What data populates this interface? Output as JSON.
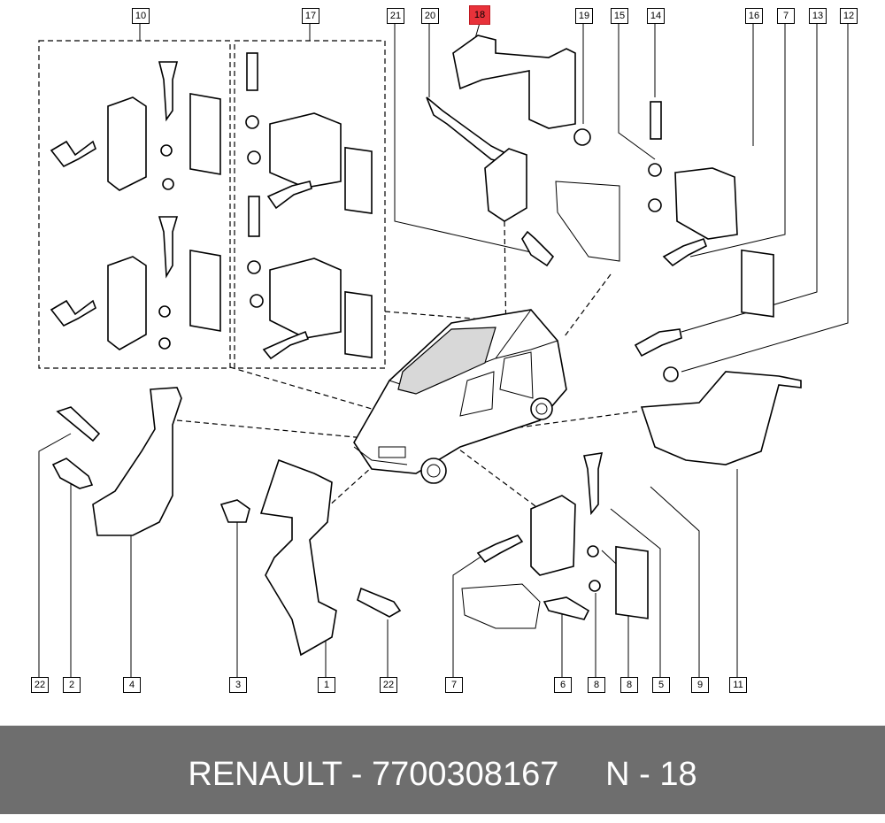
{
  "diagram": {
    "callouts": [
      {
        "id": "c10",
        "label": "10"
      },
      {
        "id": "c17",
        "label": "17"
      },
      {
        "id": "c21",
        "label": "21"
      },
      {
        "id": "c20",
        "label": "20"
      },
      {
        "id": "c18",
        "label": "18",
        "highlight": true
      },
      {
        "id": "c19",
        "label": "19"
      },
      {
        "id": "c15",
        "label": "15"
      },
      {
        "id": "c14",
        "label": "14"
      },
      {
        "id": "c16",
        "label": "16"
      },
      {
        "id": "c7a",
        "label": "7"
      },
      {
        "id": "c13",
        "label": "13"
      },
      {
        "id": "c12",
        "label": "12"
      },
      {
        "id": "c22a",
        "label": "22"
      },
      {
        "id": "c2",
        "label": "2"
      },
      {
        "id": "c4",
        "label": "4"
      },
      {
        "id": "c3",
        "label": "3"
      },
      {
        "id": "c1",
        "label": "1"
      },
      {
        "id": "c22b",
        "label": "22"
      },
      {
        "id": "c7b",
        "label": "7"
      },
      {
        "id": "c6",
        "label": "6"
      },
      {
        "id": "c8a",
        "label": "8"
      },
      {
        "id": "c8b",
        "label": "8"
      },
      {
        "id": "c5",
        "label": "5"
      },
      {
        "id": "c9",
        "label": "9"
      },
      {
        "id": "c11",
        "label": "11"
      }
    ],
    "highlight_color": "#e8323a"
  },
  "footer": {
    "brand": "RENAULT",
    "part_number": "7700308167",
    "position": "N - 18",
    "text": "RENAULT - 7700308167     N - 18",
    "background": "#6e6e6e"
  }
}
